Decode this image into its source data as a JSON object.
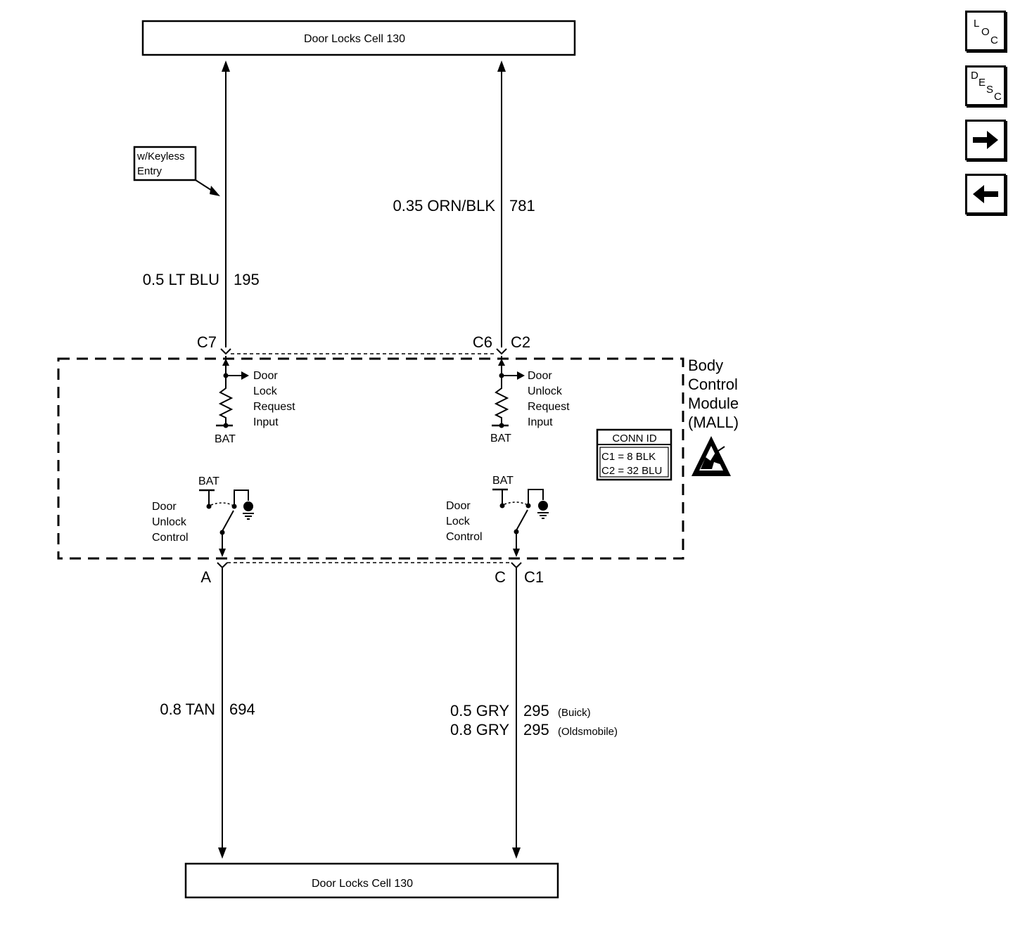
{
  "header_box": {
    "label": "Door Locks Cell 130"
  },
  "footer_box": {
    "label": "Door Locks Cell 130"
  },
  "keyless_note": {
    "line1": "w/Keyless",
    "line2": "Entry"
  },
  "wires": {
    "top_left": {
      "gauge_color": "0.5 LT BLU",
      "circuit": "195"
    },
    "top_right": {
      "gauge_color": "0.35 ORN/BLK",
      "circuit": "781"
    },
    "bottom_left": {
      "gauge_color": "0.8 TAN",
      "circuit": "694"
    },
    "bottom_right_1": {
      "gauge_color": "0.5 GRY",
      "circuit": "295",
      "note": "(Buick)"
    },
    "bottom_right_2": {
      "gauge_color": "0.8 GRY",
      "circuit": "295",
      "note": "(Oldsmobile)"
    }
  },
  "pins": {
    "c7": "C7",
    "c6": "C6",
    "c2": "C2",
    "a": "A",
    "c": "C",
    "c1": "C1"
  },
  "module": {
    "line1": "Body",
    "line2": "Control",
    "line3": "Module",
    "line4": "(MALL)"
  },
  "inputs": {
    "lock": [
      "Door",
      "Lock",
      "Request",
      "Input"
    ],
    "unlock": [
      "Door",
      "Unlock",
      "Request",
      "Input"
    ],
    "bat": "BAT"
  },
  "controls": {
    "unlock": [
      "Door",
      "Unlock",
      "Control"
    ],
    "lock": [
      "Door",
      "Lock",
      "Control"
    ],
    "bat": "BAT"
  },
  "conn_id": {
    "title": "CONN ID",
    "row1": "C1 = 8 BLK",
    "row2": "C2 = 32 BLU"
  },
  "nav": {
    "loc": {
      "l": "L",
      "o": "O",
      "c": "C"
    },
    "desc": {
      "d": "D",
      "e": "E",
      "s": "S",
      "c": "C"
    },
    "next_icon": "arrow-right-icon",
    "prev_icon": "arrow-left-icon"
  }
}
